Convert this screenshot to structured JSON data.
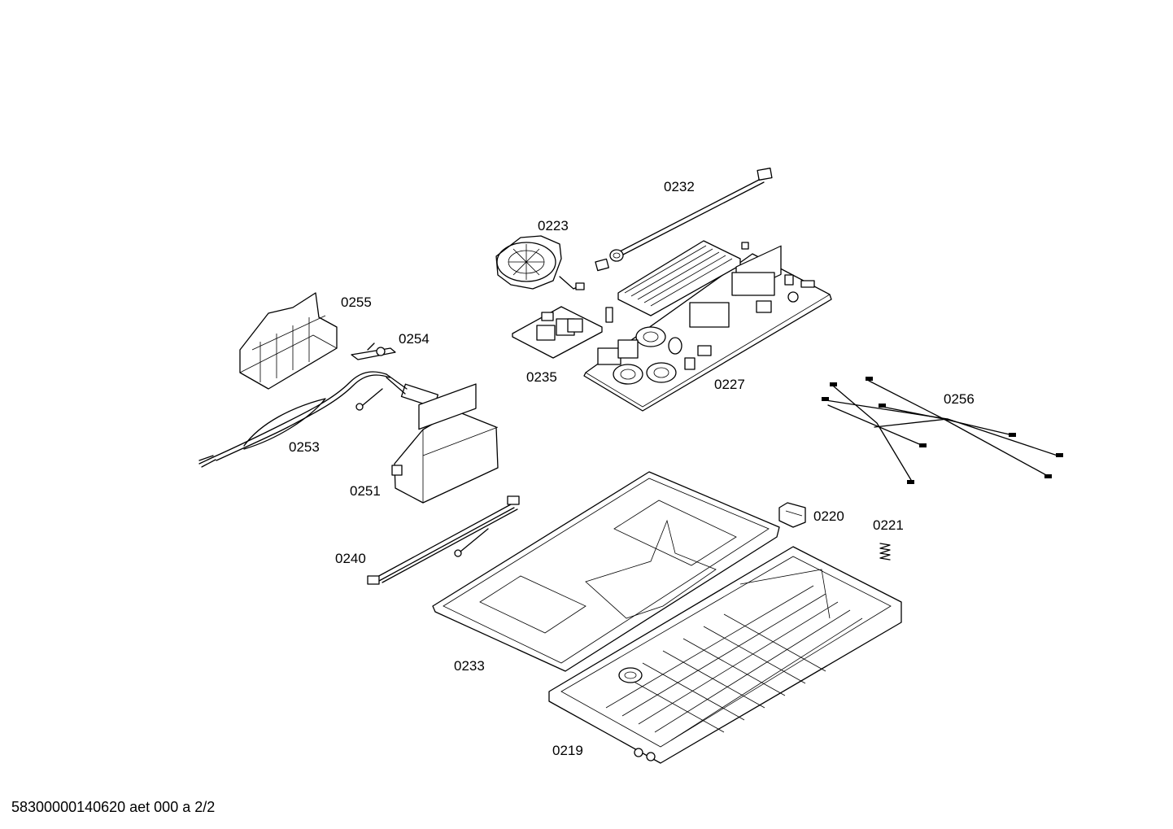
{
  "diagram": {
    "parts": [
      {
        "id": "p0232",
        "label": "0232"
      },
      {
        "id": "p0223",
        "label": "0223"
      },
      {
        "id": "p0255",
        "label": "0255"
      },
      {
        "id": "p0254",
        "label": "0254"
      },
      {
        "id": "p0235",
        "label": "0235"
      },
      {
        "id": "p0227",
        "label": "0227"
      },
      {
        "id": "p0256",
        "label": "0256"
      },
      {
        "id": "p0253",
        "label": "0253"
      },
      {
        "id": "p0251",
        "label": "0251"
      },
      {
        "id": "p0220",
        "label": "0220"
      },
      {
        "id": "p0221",
        "label": "0221"
      },
      {
        "id": "p0240",
        "label": "0240"
      },
      {
        "id": "p0233",
        "label": "0233"
      },
      {
        "id": "p0219",
        "label": "0219"
      }
    ]
  },
  "footer": {
    "document_code": "58300000140620 aet 000 a 2/2"
  }
}
